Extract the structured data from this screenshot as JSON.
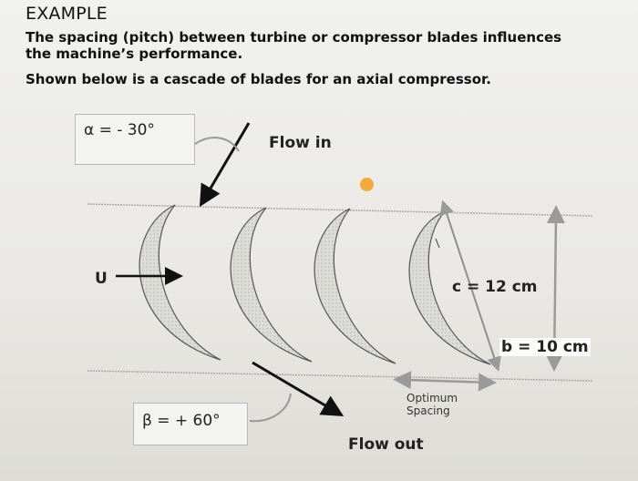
{
  "heading": "EXAMPLE",
  "intro": "The spacing (pitch) between turbine or compressor blades influences the machine’s performance.",
  "description": "Shown below is a cascade of blades for an axial compressor.",
  "diagram": {
    "alpha_label": "α = - 30°",
    "beta_label": "β = + 60°",
    "flow_in_label": "Flow in",
    "flow_out_label": "Flow out",
    "u_label": "U",
    "chord_label": "c = 12 cm",
    "pitch_label": "b = 10 cm",
    "spacing_label_line1": "Optimum",
    "spacing_label_line2": "Spacing"
  },
  "colors": {
    "blade_fill": "#d8d8d4",
    "marker": "#f3a93b",
    "guide_line": "#a9a9a9"
  }
}
